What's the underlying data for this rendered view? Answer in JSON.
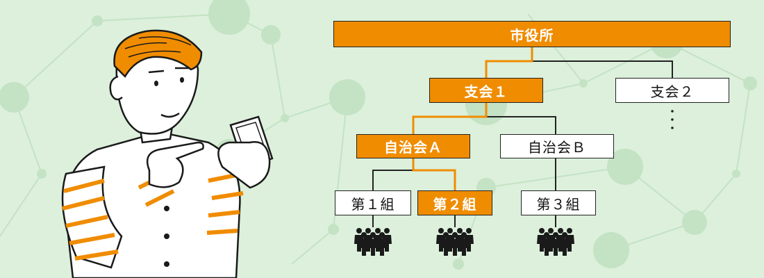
{
  "colors": {
    "background": "#dcf0dc",
    "highlight": "#f08c00",
    "line_normal": "#222222",
    "line_highlight": "#f08c00",
    "box_fill": "#ffffff",
    "people": "#1a1a1a"
  },
  "icons": [
    "person-with-tablet-illustration",
    "people-group-icon"
  ],
  "nodes": {
    "city_hall": "市役所",
    "branch1": "支会１",
    "branch2": "支会２",
    "assoc_a": "自治会Ａ",
    "assoc_b": "自治会Ｂ",
    "group1": "第１組",
    "group2": "第２組",
    "group3": "第３組",
    "ellipsis": "⋮"
  }
}
